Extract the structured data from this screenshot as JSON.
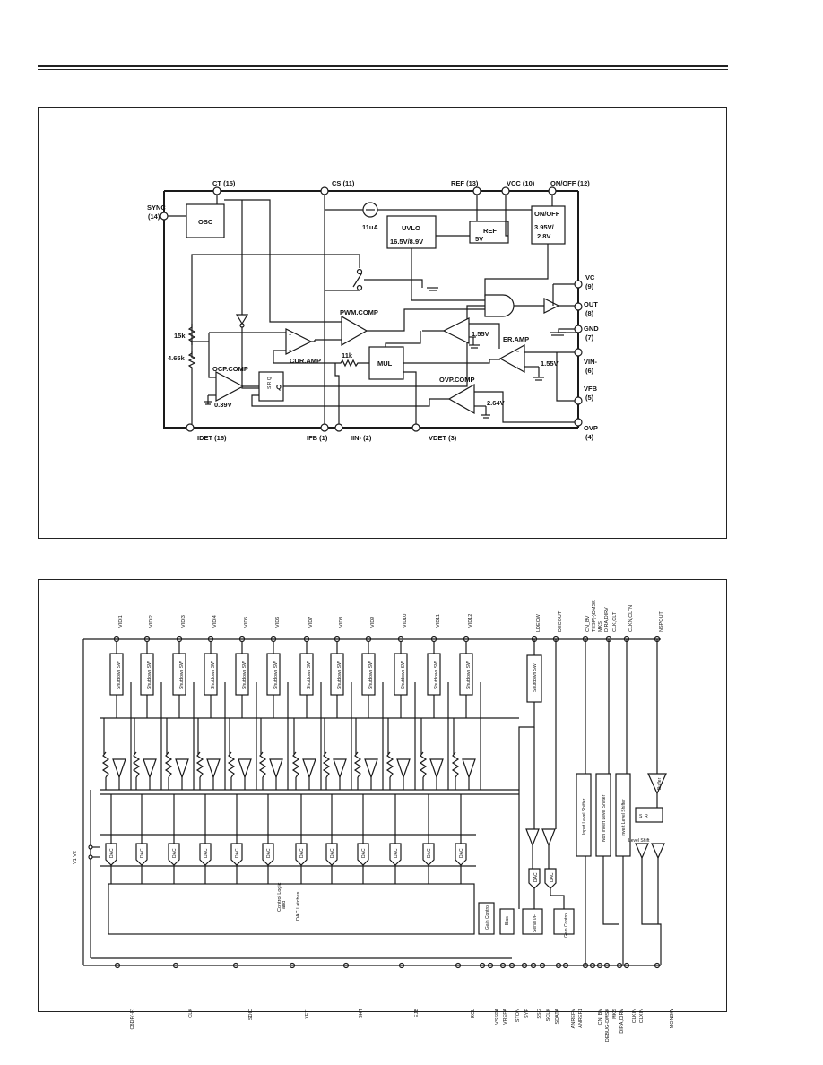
{
  "diagram1": {
    "pins": {
      "ct": "CT (15)",
      "cs": "CS (11)",
      "ref": "REF (13)",
      "vcc": "VCC (10)",
      "onoff": "ON/OFF (12)",
      "sync_a": "SYNC",
      "sync_b": "(14)",
      "vc_a": "VC",
      "vc_b": "(9)",
      "out_a": "OUT",
      "out_b": "(8)",
      "gnd_a": "GND",
      "gnd_b": "(7)",
      "vin_a": "VIN-",
      "vin_b": "(6)",
      "vfb_a": "VFB",
      "vfb_b": "(5)",
      "ovp_a": "OVP",
      "ovp_b": "(4)",
      "idet": "IDET (16)",
      "ifb": "IFB (1)",
      "iin": "IIN- (2)",
      "vdet": "VDET (3)"
    },
    "blocks": {
      "osc": "OSC",
      "current_source": "11uA",
      "uvlo": "UVLO",
      "uvlo_v": "16.5V/8.9V",
      "ref": "REF",
      "ref_v": "5V",
      "onoff": "ON/OFF",
      "onoff_v1": "3.95V/",
      "onoff_v2": "2.8V",
      "pwm_comp": "PWM.COMP",
      "cur_amp": "CUR.AMP",
      "mul": "MUL",
      "er_amp": "ER.AMP",
      "ocp_comp": "OCP.COMP",
      "ovp_comp": "OVP.COMP",
      "latch_q": "Q",
      "latch_sr": "S R Q",
      "r15k": "15k",
      "r465k": "4.65k",
      "r11k": "11k",
      "v039": "0.39V",
      "v155a": "1.55V",
      "v155b": "1.55V",
      "v264": "2.64V"
    }
  },
  "diagram2": {
    "top_pins": [
      "VIDI1",
      "VIDI2",
      "VIDI3",
      "VIDI4",
      "VID5",
      "VID6",
      "VID7",
      "VID8",
      "VID9",
      "VID10",
      "VID11",
      "VID12"
    ],
    "shutdown": "Shutdown SW",
    "dac": "DAC",
    "right_top_pins": [
      "LDECW",
      "DECOUT",
      "CN_BV",
      "TESP(-)DMSK",
      "MKS",
      "DIRA,DIRV",
      "CLK,CLT",
      "CLKN,CLTN",
      "NSPOUT"
    ],
    "bottom_pins": [
      "C8DP(-F)",
      "CLK",
      "SDIC",
      "XFTI",
      "SHT",
      "EJB",
      "RCL",
      "VSSPA",
      "VREFA",
      "STON",
      "SYP",
      "SSG",
      "SCLK",
      "SDATA",
      "ANREFV",
      "ANREF1",
      "CN_BV",
      "DEBUG-DMSK",
      "MKS",
      "DIRA,DIRV",
      "CLKIN",
      "CLXIN",
      "MONGW"
    ],
    "v12": "V1 V2",
    "control_logic_1": "Control Logic",
    "control_logic_2": "and",
    "control_logic_3": "DAC Latches",
    "gain_control": "Gain Control",
    "bias": "Bias",
    "serial_if": "Serial I/F",
    "gain_control_2": "Gain Control",
    "level_shift_1": "Input Level Shifter",
    "level_shift_2": "Non Invert Level Shifter",
    "level_shift_3": "Invert Level Shifter",
    "latch": "Level Shift",
    "buffer": "Buffer"
  }
}
